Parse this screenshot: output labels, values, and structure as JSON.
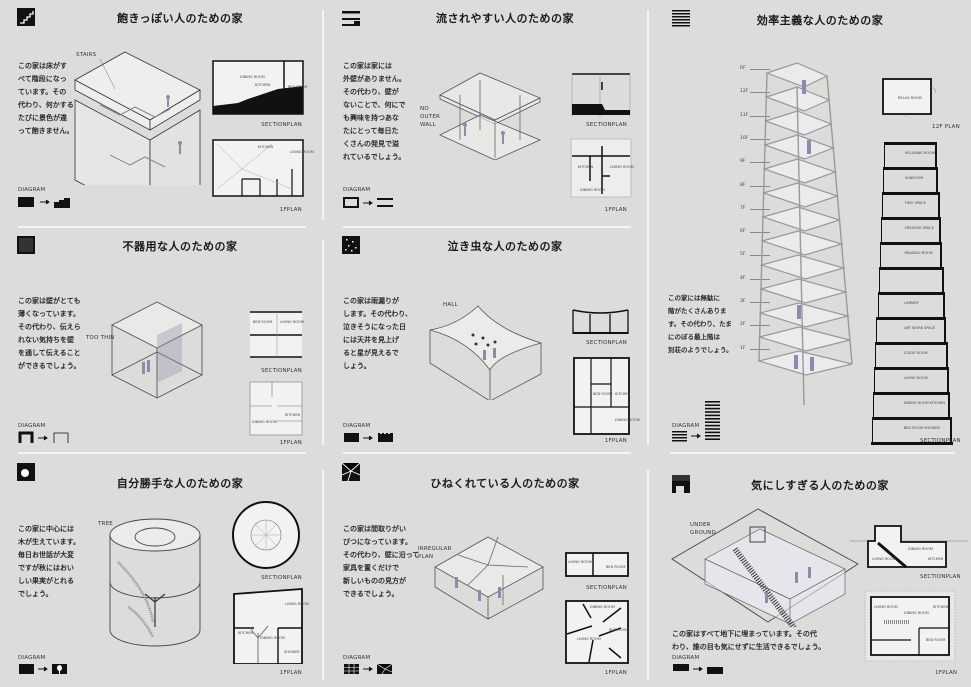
{
  "panels": [
    {
      "title": "飽きっぽい人のための家",
      "desc": "この家は床がす\nべて階段になっ\nています。その\n代わり、何かする\nたびに景色が違\nって飽きません。",
      "callout": "STAIRS",
      "icon": "stairs-icon",
      "rooms": [
        "DINING ROOM",
        "KITCHEN",
        "BED ROOM",
        "LIVING ROOM"
      ]
    },
    {
      "title": "流されやすい人のための家",
      "desc": "この家は家には\n外壁がありません。\nその代わり、壁が\nないことで、何にで\nも興味を持つあな\nたにとって毎日た\nくさんの発見で溢\nれているでしょう。",
      "callout": "NO\nOUTER\nWALL",
      "icon": "layered-bars-icon",
      "rooms": [
        "KITCHEN",
        "LIVING ROOM",
        "DINING ROOM"
      ]
    },
    {
      "title": "効率主義な人のための家",
      "desc": "この家には無駄に\n階がたくさんありま\nす。その代わり、たま\nにのぼる最上階は\n別荘のようでしょう。",
      "icon": "striped-square-icon",
      "floors": [
        "RF",
        "12F",
        "11F",
        "10F",
        "9F",
        "8F",
        "7F",
        "6F",
        "5F",
        "4F",
        "3F",
        "2F",
        "1F"
      ],
      "plan12_label": "12F PLAN",
      "plan12_room": "RELAX ROOM",
      "section_rooms": [
        "RELAXING ROOM",
        "SUNROOM",
        "FREE SPACE",
        "CREATIVE SPACE",
        "READING ROOM",
        "",
        "LIBRARY",
        "ART WORK SPACE",
        "STAGE ROOM",
        "LIVING ROOM",
        "DINING ROOM KITCHEN",
        "BED ROOM SHOWER"
      ]
    },
    {
      "title": "不器用な人のための家",
      "desc": "この家は壁がとても\n薄くなっています。\nその代わり、伝えら\nれない気持ちを壁\nを通して伝えること\nができるでしょう。",
      "callout": "TOO THIN",
      "icon": "thin-wall-square-icon",
      "rooms": [
        "BED ROOM",
        "LIVING ROOM",
        "DINING ROOM",
        "KITCHEN"
      ]
    },
    {
      "title": "泣き虫な人のための家",
      "desc": "この家は雨漏りが\nします。その代わり、\n泣きそうになった日\nには天井を見上げ\nると星が見えるで\nしょう。",
      "callout": "HALL",
      "icon": "stars-icon",
      "rooms": [
        "BED ROOM",
        "KITCHEN",
        "DINING ROOM"
      ]
    },
    {
      "title": "自分勝手な人のための家",
      "desc": "この家に中心には\n木が生えています。\n毎日お世話が大変\nですが秋にはおい\nしい果実がとれる\nでしょう。",
      "callout": "TREE",
      "icon": "circle-hole-icon",
      "rooms": [
        "KITCHEN",
        "LIVING ROOM",
        "DINING ROOM",
        "SHOWER"
      ]
    },
    {
      "title": "ひねくれている人のための家",
      "desc": "この家は間取りがい\nびつになっています。\nその代わり、壁に沿って\n家具を置くだけで\n新しいものの見方が\nできるでしょう。",
      "callout": "IRREGULAR\nPLAN",
      "icon": "cracked-square-icon",
      "rooms": [
        "LIVING ROOM",
        "BED ROOM",
        "DINING ROOM"
      ]
    },
    {
      "title": "気にしすぎる人のための家",
      "desc": "この家はすべて地下に埋まっています。その代\nわり、誰の目も気にせずに生活できるでしょう。",
      "callout": "UNDER\nGROUND",
      "icon": "underground-icon",
      "rooms": [
        "LIVING ROOM",
        "DINING ROOM",
        "KITCHEN",
        "BED ROOM"
      ]
    }
  ],
  "labels": {
    "section": "SECTIONPLAN",
    "plan": "1FPLAN",
    "diagram": "DIAGRAM"
  },
  "colors": {
    "background": "#dcdddb",
    "ink": "#1a1a1a",
    "figure": "#8e8aae"
  }
}
